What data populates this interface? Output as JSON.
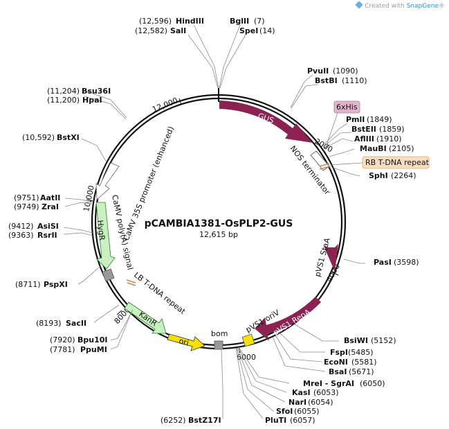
{
  "watermark": {
    "prefix": "Created with ",
    "brand": "SnapGene",
    "mark": "®"
  },
  "plasmid": {
    "name": "pCAMBIA1381-OsPLP2-GUS",
    "size": "12,615 bp"
  },
  "ticks": [
    "2000",
    "4000",
    "6000",
    "8000",
    "10,000",
    "12,000"
  ],
  "sites": [
    {
      "enzyme": "HindIII",
      "position": "(12,596)"
    },
    {
      "enzyme": "SalI",
      "position": "(12,582)"
    },
    {
      "enzyme": "BglII",
      "position": "(7)"
    },
    {
      "enzyme": "SpeI",
      "position": "(14)"
    },
    {
      "enzyme": "PvuII",
      "position": "(1090)"
    },
    {
      "enzyme": "BstBI",
      "position": "(1110)"
    },
    {
      "enzyme": "PmlI",
      "position": "(1849)"
    },
    {
      "enzyme": "BstEII",
      "position": "(1859)"
    },
    {
      "enzyme": "AflIII",
      "position": "(1910)"
    },
    {
      "enzyme": "MauBI",
      "position": "(2105)"
    },
    {
      "enzyme": "SphI",
      "position": "(2264)"
    },
    {
      "enzyme": "PasI",
      "position": "(3598)"
    },
    {
      "enzyme": "BsiWI",
      "position": "(5152)"
    },
    {
      "enzyme": "FspI",
      "position": "(5485)"
    },
    {
      "enzyme": "EcoNI",
      "position": "(5581)"
    },
    {
      "enzyme": "BsaI",
      "position": "(5671)"
    },
    {
      "enzyme": "MreI - SgrAI",
      "position": "(6050)"
    },
    {
      "enzyme": "KasI",
      "position": "(6053)"
    },
    {
      "enzyme": "NarI",
      "position": "(6054)"
    },
    {
      "enzyme": "SfoI",
      "position": "(6055)"
    },
    {
      "enzyme": "PluTI",
      "position": "(6057)"
    },
    {
      "enzyme": "BstZ17I",
      "position": "(6252)"
    },
    {
      "enzyme": "PpuMI",
      "position": "(7781)"
    },
    {
      "enzyme": "Bpu10I",
      "position": "(7920)"
    },
    {
      "enzyme": "SacII",
      "position": "(8193)"
    },
    {
      "enzyme": "PspXI",
      "position": "(8711)"
    },
    {
      "enzyme": "RsrII",
      "position": "(9363)"
    },
    {
      "enzyme": "AsiSI",
      "position": "(9412)"
    },
    {
      "enzyme": "ZraI",
      "position": "(9749)"
    },
    {
      "enzyme": "AatII",
      "position": "(9751)"
    },
    {
      "enzyme": "BstXI",
      "position": "(10,592)"
    },
    {
      "enzyme": "HpaI",
      "position": "(11,200)"
    },
    {
      "enzyme": "Bsu36I",
      "position": "(11,204)"
    }
  ],
  "features": {
    "gus": "GUS",
    "six_his": "6xHis",
    "nos_terminator": "NOS terminator",
    "rb_repeat": "RB T-DNA repeat",
    "pvs1_staa": "pVS1 StaA",
    "pvs1_repa": "pVS1 RepA",
    "pvs1_oriv": "pVS1 oriV",
    "bom": "bom",
    "ori": "ori",
    "kanr": "KanR",
    "lb_repeat": "LB T-DNA repeat",
    "hygr": "HygR",
    "camv_polya": "CaMV poly(A) signal",
    "camv_35s": "CaMV 35S promoter (enhanced)"
  },
  "colors": {
    "gus": "#8b2252",
    "pvs1": "#8b2252",
    "ori": "#f5e000",
    "resistance": "#c8f0c0",
    "polya": "#999999",
    "six_his_box": "#e0b4cc",
    "rb_box": "#f8dcc0"
  }
}
